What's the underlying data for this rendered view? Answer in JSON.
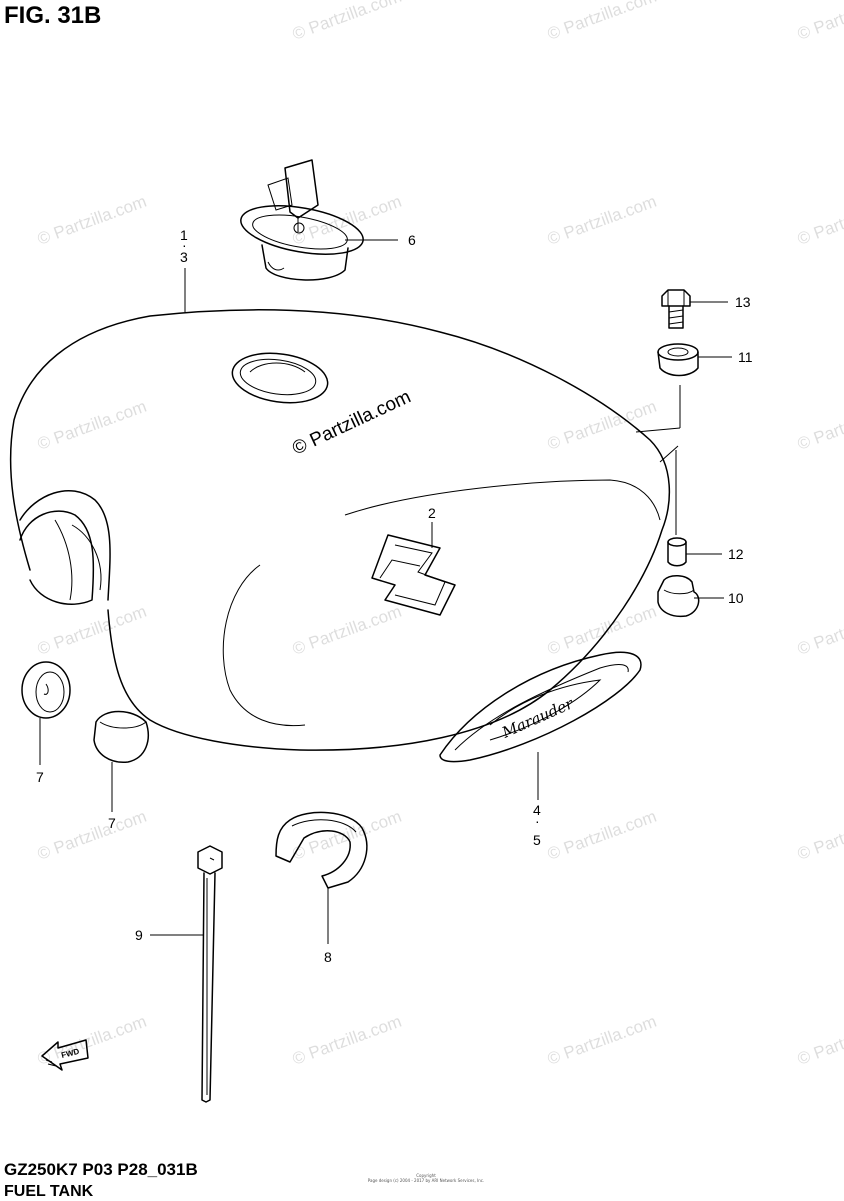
{
  "figure": {
    "title": "FIG. 31B",
    "code": "GZ250K7 P03 P28_031B",
    "name": "FUEL TANK",
    "copyright_lines": [
      "Copyright",
      "Page design (c) 2004 - 2017 by ARI Network Services, Inc."
    ]
  },
  "watermark": {
    "text": "© Partzilla.com",
    "main_text": "© Partzilla.com"
  },
  "callouts": {
    "c1": "1",
    "c3": "3",
    "c2": "2",
    "c4": "4",
    "c5": "5",
    "c6": "6",
    "c7a": "7",
    "c7b": "7",
    "c8": "8",
    "c9": "9",
    "c10": "10",
    "c11": "11",
    "c12": "12",
    "c13": "13"
  },
  "emblem": {
    "text": "Marauder"
  },
  "arrow": {
    "text": "FWD"
  }
}
